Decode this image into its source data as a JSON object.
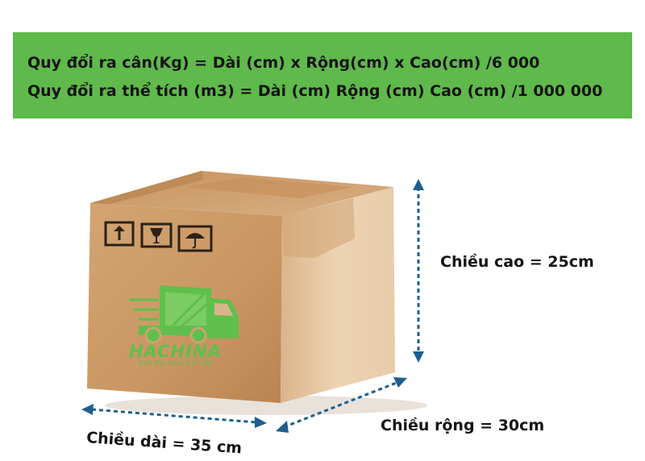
{
  "banner": {
    "formula_weight": "Quy đổi ra cân(Kg) = Dài (cm) x Rộng(cm) x Cao(cm) /6 000",
    "formula_volume": "Quy đổi ra thể tích (m3) = Dài (cm) Rộng (cm) Cao (cm) /1 000 000",
    "background_color": "#5fb94b"
  },
  "box": {
    "logo_name": "HACHINA",
    "logo_slogan": "Khởi Đầu Hành Trình Mới",
    "logo_color": "#5fbf4c",
    "handling_icons": [
      "arrow-up-icon",
      "fragile-glass-icon",
      "umbrella-icon"
    ]
  },
  "dimensions": {
    "height_label": "Chiều cao = 25cm",
    "width_label": "Chiều rộng = 30cm",
    "length_label": "Chiều dài = 35 cm",
    "arrow_color": "#1e5f8e"
  }
}
